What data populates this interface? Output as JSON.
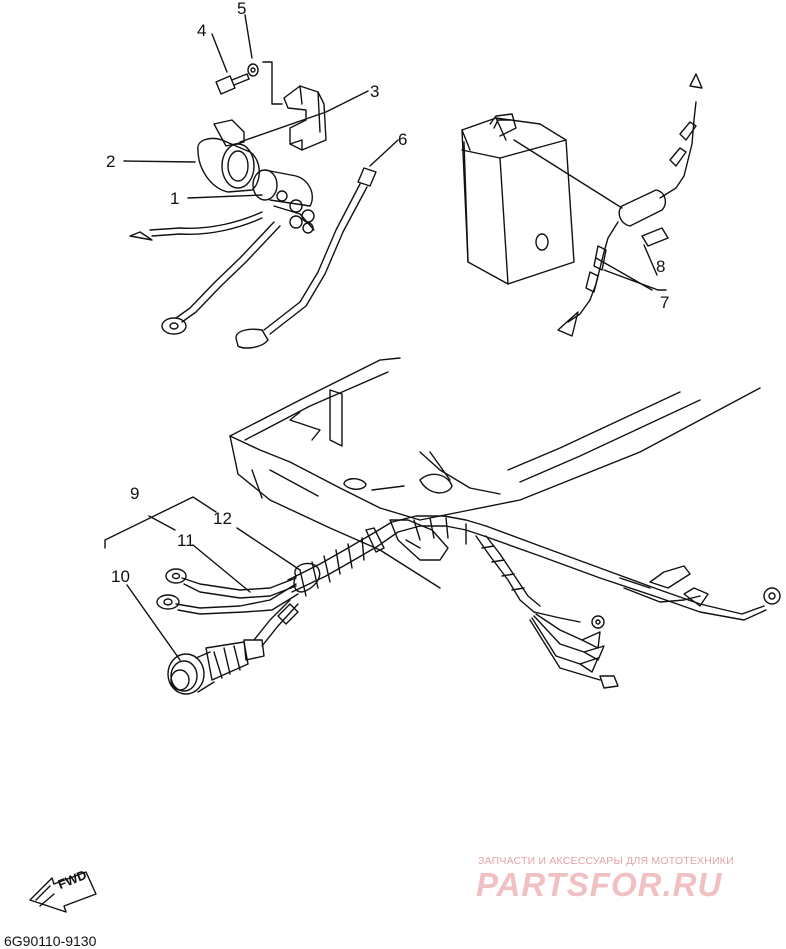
{
  "diagram": {
    "part_numbers": [
      "1",
      "2",
      "3",
      "4",
      "5",
      "6",
      "7",
      "8",
      "9",
      "10",
      "11",
      "12"
    ],
    "direction_label": "FWD",
    "catalog_code": "6G90110-9130"
  },
  "watermark": {
    "caption": "ЗАПЧАСТИ И АКСЕССУАРЫ ДЛЯ МОТОТЕХНИКИ",
    "brand": "PARTSFOR.RU"
  },
  "colors": {
    "line": "#111111",
    "watermark": "#e8a8ab"
  }
}
